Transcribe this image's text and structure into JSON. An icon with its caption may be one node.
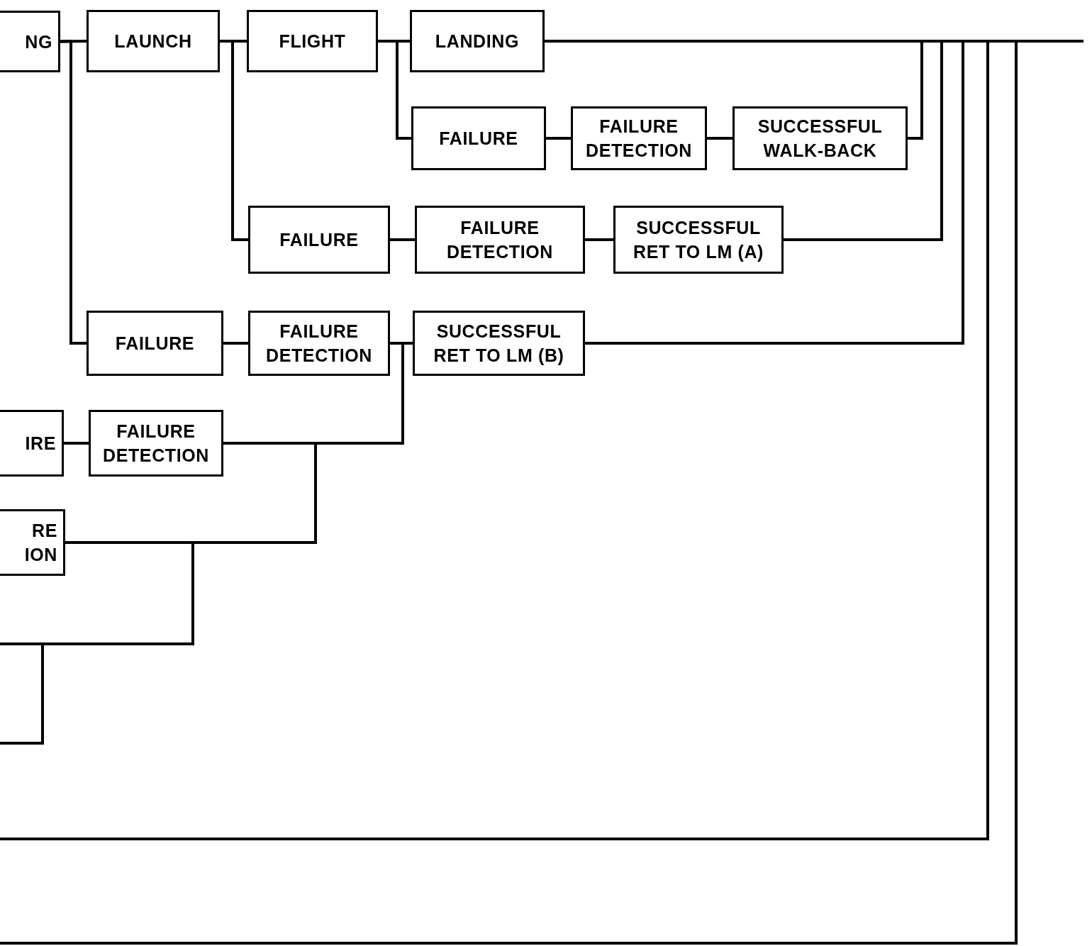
{
  "diagram": {
    "nodes": [
      {
        "text": [
          "NG"
        ]
      },
      {
        "text": [
          "LAUNCH"
        ]
      },
      {
        "text": [
          "FLIGHT"
        ]
      },
      {
        "text": [
          "LANDING"
        ]
      },
      {
        "text": [
          "FAILURE"
        ]
      },
      {
        "text": [
          "FAILURE DETECTION"
        ]
      },
      {
        "text": [
          "SUCCESSFUL WALK-BACK"
        ]
      },
      {
        "text": [
          "FAILURE"
        ]
      },
      {
        "text": [
          "FAILURE DETECTION"
        ]
      },
      {
        "text": [
          "SUCCESSFUL RET TO LM (A)"
        ]
      },
      {
        "text": [
          "FAILURE"
        ]
      },
      {
        "text": [
          "FAILURE DETECTION"
        ]
      },
      {
        "text": [
          "SUCCESSFUL RET TO LM (B)"
        ]
      },
      {
        "text": [
          "IRE"
        ]
      },
      {
        "text": [
          "FAILURE DETECTION"
        ]
      },
      {
        "text": [
          "RE ION"
        ]
      }
    ],
    "edges": [
      {
        "from": 0,
        "to": 1,
        "arrow": "none"
      },
      {
        "from": 0,
        "to": 10,
        "arrow": "none"
      },
      {
        "from": 1,
        "to": 2,
        "arrow": "none"
      },
      {
        "from": 1,
        "to": 7,
        "arrow": "none"
      },
      {
        "from": 2,
        "to": 3,
        "arrow": "none"
      },
      {
        "from": 2,
        "to": 4,
        "arrow": "none"
      },
      {
        "from": 4,
        "to": 5,
        "arrow": "none"
      },
      {
        "from": 5,
        "to": 6,
        "arrow": "none"
      },
      {
        "from": 7,
        "to": 8,
        "arrow": "none"
      },
      {
        "from": 8,
        "to": 9,
        "arrow": "none"
      },
      {
        "from": 10,
        "to": 11,
        "arrow": "none"
      },
      {
        "from": 11,
        "to": 12,
        "arrow": "none"
      },
      {
        "from": 13,
        "to": 14,
        "arrow": "none"
      },
      {
        "from": 14,
        "to": 12,
        "arrow": "none"
      },
      {
        "from": 15,
        "to": 12,
        "arrow": "none"
      },
      {
        "from": null,
        "to": 12,
        "arrow": "none"
      },
      {
        "from": null,
        "to": 12,
        "arrow": "none"
      },
      {
        "from": 3,
        "to": null,
        "arrow": "none"
      },
      {
        "from": 6,
        "to": null,
        "arrow": "none"
      },
      {
        "from": 9,
        "to": null,
        "arrow": "none"
      },
      {
        "from": 12,
        "to": null,
        "arrow": "none"
      }
    ]
  }
}
